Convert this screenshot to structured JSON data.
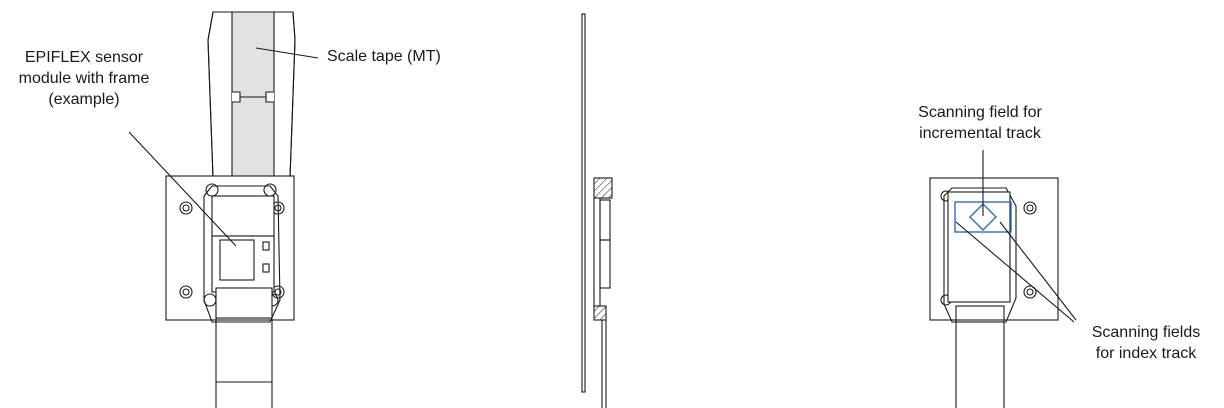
{
  "labels": {
    "sensor_module": {
      "line1": "EPIFLEX sensor",
      "line2": "module with frame",
      "line3": "(example)"
    },
    "scale_tape": "Scale tape (MT)",
    "incremental_field": {
      "line1": "Scanning field for",
      "line2": "incremental track"
    },
    "index_fields": {
      "line1": "Scanning fields",
      "line2": "for index track"
    }
  },
  "colors": {
    "line": "#1a1a1a",
    "tape_stripe": "#e2e2e2",
    "scanning_field": "#2a6fb5"
  }
}
